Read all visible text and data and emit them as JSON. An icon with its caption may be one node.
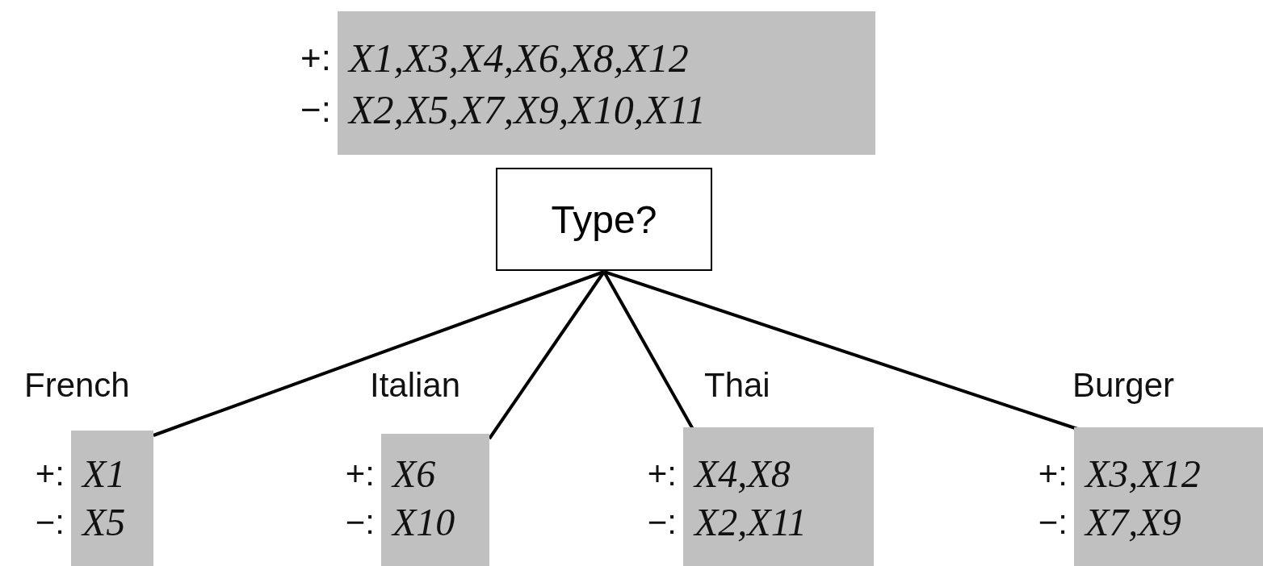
{
  "diagram": {
    "nodes": [
      {
        "text": [
          "X1,X3,X4,X6,X8,X12",
          "X2,X5,X7,X9,X10,X11"
        ],
        "beside": [
          "+:",
          "−:"
        ]
      },
      {
        "text": [
          "Type?"
        ]
      },
      {
        "text": [
          "X1",
          "X5"
        ],
        "beside": [
          "+:",
          "−:"
        ]
      },
      {
        "text": [
          "X6",
          "X10"
        ],
        "beside": [
          "+:",
          "−:"
        ]
      },
      {
        "text": [
          "X4,X8",
          "X2,X11"
        ],
        "beside": [
          "+:",
          "−:"
        ]
      },
      {
        "text": [
          "X3,X12",
          "X7,X9"
        ],
        "beside": [
          "+:",
          "−:"
        ]
      }
    ],
    "edges": [
      {
        "from": 1,
        "to": 2,
        "arrow": "none",
        "label": "French"
      },
      {
        "from": 1,
        "to": 3,
        "arrow": "none",
        "label": "Italian"
      },
      {
        "from": 1,
        "to": 4,
        "arrow": "none",
        "label": "Thai"
      },
      {
        "from": 1,
        "to": 5,
        "arrow": "none",
        "label": "Burger"
      }
    ]
  }
}
